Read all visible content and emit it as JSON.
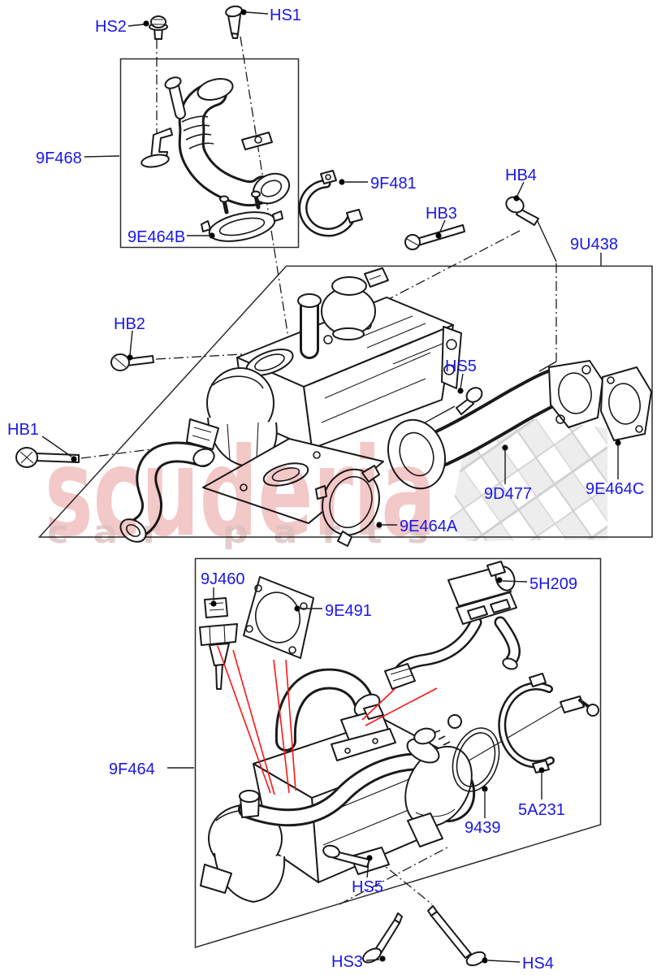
{
  "watermark": {
    "brand": "scuderia",
    "subtitle": "car parts"
  },
  "colors": {
    "label_blue": "#1a17e6",
    "art_line": "#1a1a1a",
    "highlight_red": "#ff1414",
    "watermark_pink": "#e89b9b",
    "watermark_letters": "#dcbfbf",
    "checker_gray": "#cfcfcf"
  },
  "labels": {
    "HS1": "HS1",
    "HS2": "HS2",
    "HS3": "HS3",
    "HS4": "HS4",
    "HS5": "HS5",
    "HB1": "HB1",
    "HB2": "HB2",
    "HB3": "HB3",
    "HB4": "HB4",
    "9F468": "9F468",
    "9E464B": "9E464B",
    "9F481": "9F481",
    "9U438": "9U438",
    "9D477": "9D477",
    "9E464C": "9E464C",
    "9E464A": "9E464A",
    "9J460": "9J460",
    "9E491": "9E491",
    "5H209": "5H209",
    "9F464": "9F464",
    "9439": "9439",
    "5A231": "5A231"
  }
}
